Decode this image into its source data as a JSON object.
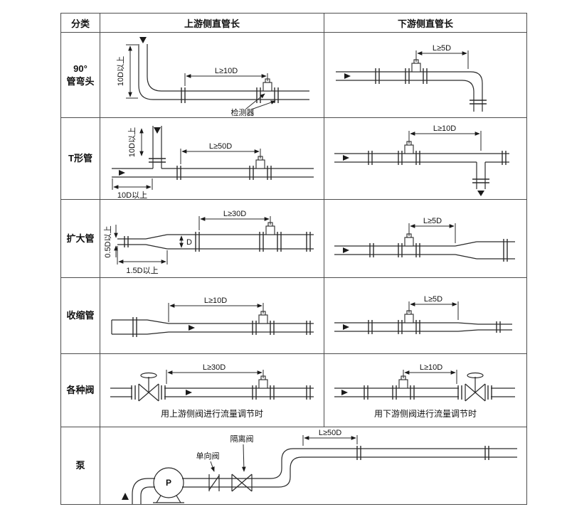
{
  "page": {
    "background": "#ffffff",
    "line_color": "#2a2a2a"
  },
  "table": {
    "headers": {
      "category": "分类",
      "upstream": "上游侧直管长",
      "downstream": "下游侧直管长"
    }
  },
  "rows": {
    "elbow": {
      "category_line1": "90°",
      "category_line2": "管弯头",
      "up": {
        "dim": "L≥10D",
        "vdim": "10D以上",
        "note": "检测器"
      },
      "down": {
        "dim": "L≥5D"
      }
    },
    "tee": {
      "category": "T形管",
      "up": {
        "dim": "L≥50D",
        "vdim": "10D以上",
        "bottom": "10D以上"
      },
      "down": {
        "dim": "L≥10D"
      }
    },
    "expander": {
      "category": "扩大管",
      "up": {
        "dim": "L≥30D",
        "vdim": "0.5D以上",
        "bottom": "1.5D以上",
        "diameter": "D"
      },
      "down": {
        "dim": "L≥5D"
      }
    },
    "reducer": {
      "category": "收缩管",
      "up": {
        "dim": "L≥10D"
      },
      "down": {
        "dim": "L≥5D"
      }
    },
    "valves": {
      "category": "各种阀",
      "up": {
        "dim": "L≥30D",
        "caption": "用上游侧阀进行流量调节时"
      },
      "down": {
        "dim": "L≥10D",
        "caption": "用下游侧阀进行流量调节时"
      }
    },
    "pump": {
      "category": "泵",
      "dim": "L≥50D",
      "pump_label": "P",
      "isolation_valve_label": "隔离阀",
      "check_valve_label": "单向阀"
    }
  }
}
